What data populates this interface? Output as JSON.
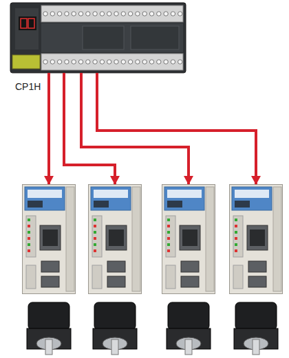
{
  "diagram": {
    "nodes": [
      {
        "text": [
          "CP1H"
        ]
      },
      {
        "text": []
      },
      {
        "text": []
      },
      {
        "text": []
      },
      {
        "text": []
      }
    ],
    "edges": [
      {
        "from": 0,
        "to": 1,
        "arrow": "to"
      },
      {
        "from": 0,
        "to": 2,
        "arrow": "to"
      },
      {
        "from": 0,
        "to": 3,
        "arrow": "to"
      },
      {
        "from": 0,
        "to": 4,
        "arrow": "to"
      }
    ]
  }
}
